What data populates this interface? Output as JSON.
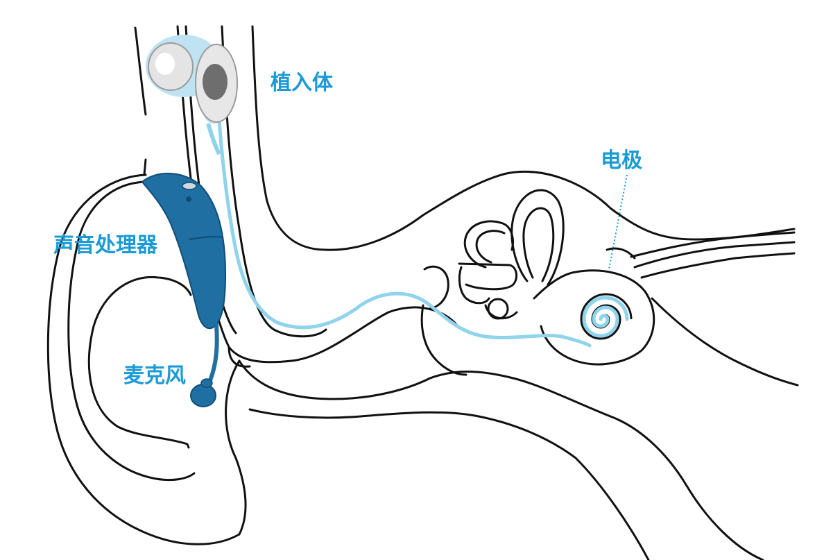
{
  "labels": {
    "implant": "植入体",
    "electrode": "电极",
    "sound_processor": "声音处理器",
    "microphone": "麦克风"
  },
  "colors": {
    "label": "#1a9ad7",
    "processor": "#1f6fa3",
    "implant_glow": "#bfe3f2",
    "lead_wire": "#8fd3ec",
    "outline": "#111111"
  }
}
